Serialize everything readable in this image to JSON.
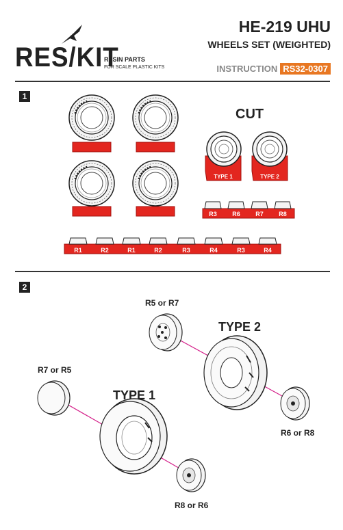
{
  "brand": {
    "logo": "RES/KIT",
    "tagline_1": "RESIN PARTS",
    "tagline_2": "FOR SCALE PLASTIC KITS"
  },
  "header": {
    "title": "HE-219 UHU",
    "subtitle": "WHEELS SET (WEIGHTED)",
    "instruction_label": "INSTRUCTION",
    "product_code": "RS32-0307"
  },
  "step1": {
    "number": "1",
    "cut_label": "CUT",
    "type_labels": [
      "TYPE 1",
      "TYPE 2"
    ],
    "small_sprue_labels": [
      "R3",
      "R6",
      "R7",
      "R8"
    ],
    "long_sprue_labels": [
      "R1",
      "R2",
      "R1",
      "R2",
      "R3",
      "R4",
      "R3",
      "R4"
    ]
  },
  "step2": {
    "number": "2",
    "type1_label": "TYPE 1",
    "type2_label": "TYPE 2",
    "callout_r5r7": "R5 or R7",
    "callout_r7r5": "R7 or R5",
    "callout_r6r8": "R6 or R8",
    "callout_r8r6": "R8 or R6"
  },
  "colors": {
    "resin_red": "#e3261f",
    "accent_orange": "#e87722",
    "guide_magenta": "#d4208a"
  }
}
